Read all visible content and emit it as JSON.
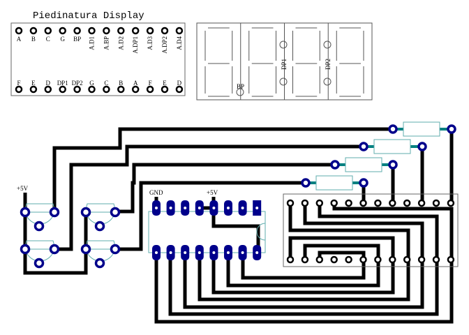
{
  "pinout": {
    "title": "Piedinatura Display",
    "top_pins": [
      "A",
      "B",
      "C",
      "G",
      "BP",
      "A.D1",
      "A.BP",
      "A.D2",
      "A.DP1",
      "A.D3",
      "A.DP2",
      "A.D4"
    ],
    "bottom_pins": [
      "F",
      "E",
      "D",
      "DP1",
      "DP2",
      "G",
      "C",
      "B",
      "A",
      "F",
      "E",
      "D"
    ]
  },
  "display": {
    "digit_count": 4,
    "labels": {
      "bp": "BP",
      "dp1": "DP1",
      "dp2": "DP2"
    }
  },
  "pcb": {
    "labels": {
      "left_vcc": "+5V",
      "ic_gnd": "GND",
      "ic_vcc": "+5V"
    },
    "ic_pins_per_side": 8,
    "connector_pins_per_row": 12,
    "resistor_count": 4,
    "transistor_count": 4
  },
  "colors": {
    "trace": "#000000",
    "pad": "#00008b",
    "silkscreen": "#5fadad",
    "resistor_lead": "#008080",
    "outline": "#666666"
  }
}
